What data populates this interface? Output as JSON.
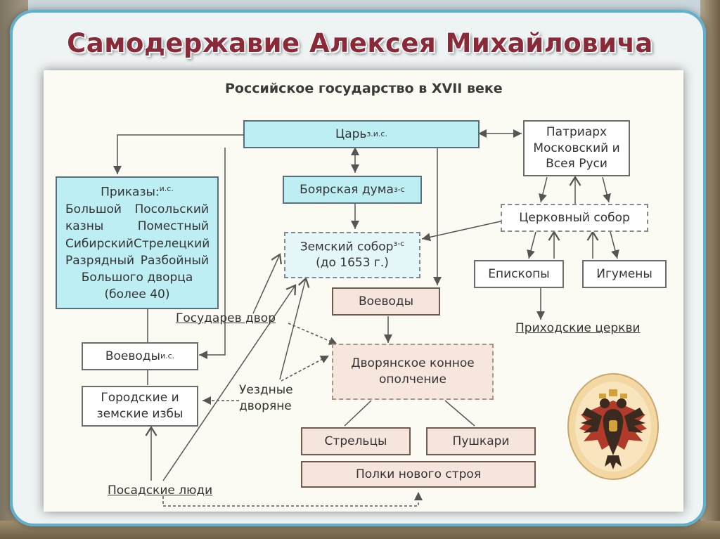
{
  "title": "Самодержавие Алексея Михайловича",
  "subtitle": "Российское государство в XVII веке",
  "nodes": {
    "tsar": "Царь",
    "tsar_sup": "з.и.с.",
    "patriarch": [
      "Патриарх",
      "Московский и",
      "Всея Руси"
    ],
    "boyar_duma": "Боярская дума",
    "boyar_duma_sup": "з-с",
    "church_council": "Церковный собор",
    "zemsky_sobor": "Земский собор",
    "zemsky_sobor_sup": "з-с",
    "zemsky_sobor_note": "(до 1653 г.)",
    "prikazy_title": "Приказы:",
    "prikazy_sup": "и.с.",
    "prikazy_rows": [
      [
        "Большой",
        "Посольский"
      ],
      [
        "казны",
        "Поместный"
      ],
      [
        "Сибирский",
        "Стрелецкий"
      ],
      [
        "Разрядный",
        "Разбойный"
      ]
    ],
    "prikazy_line5": "Большого дворца",
    "prikazy_line6": "(более 40)",
    "bishops": "Епископы",
    "abbots": "Игумены",
    "parish_churches": "Приходские церкви",
    "voevody_center": "Воеводы",
    "sovereign_court": "Государев двор",
    "voevody_left": "Воеводы",
    "voevody_left_sup": "и.с.",
    "noble_cavalry": [
      "Дворянское конное",
      "ополчение"
    ],
    "city_huts": [
      "Городские и",
      "земские избы"
    ],
    "district_nobles": [
      "Уездные",
      "дворяне"
    ],
    "streltsy": "Стрельцы",
    "gunners": "Пушкари",
    "new_order_regiments": "Полки нового строя",
    "townspeople": "Посадские люди"
  },
  "colors": {
    "title": "#8a2a38",
    "frame": "#5fb0cf",
    "blue_box": "#bdeef3",
    "pink_box": "#f6e5dc"
  },
  "emblem": "double-headed-eagle-icon"
}
